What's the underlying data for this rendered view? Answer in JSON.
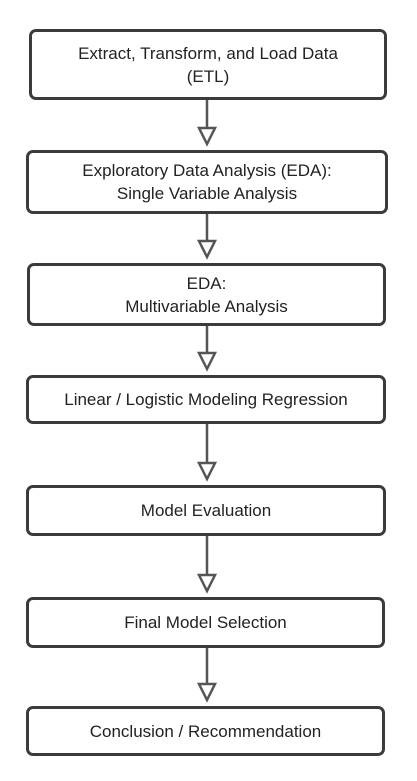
{
  "flowchart": {
    "steps": [
      {
        "label": "Extract, Transform, and Load Data\n(ETL)"
      },
      {
        "label": "Exploratory Data Analysis (EDA):\nSingle Variable Analysis"
      },
      {
        "label": "EDA:\nMultivariable Analysis"
      },
      {
        "label": "Linear / Logistic Modeling Regression"
      },
      {
        "label": "Model Evaluation"
      },
      {
        "label": "Final Model Selection"
      },
      {
        "label": "Conclusion / Recommendation"
      }
    ],
    "colors": {
      "box_border": "#3b3b3b",
      "arrow": "#555555",
      "text": "#222222",
      "background": "#ffffff"
    }
  }
}
